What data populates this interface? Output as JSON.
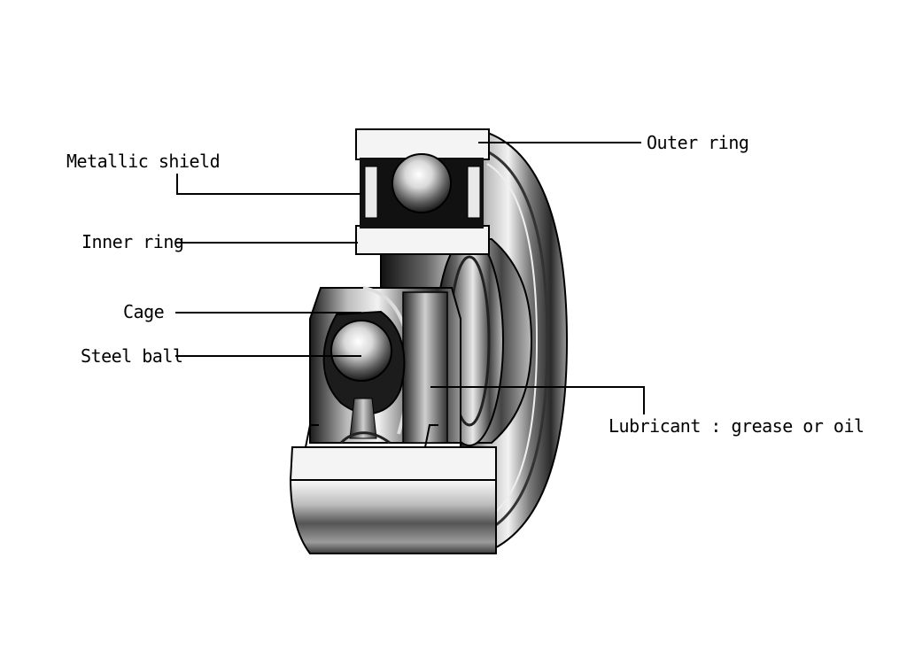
{
  "labels": {
    "metallic_shield": "Metallic shield",
    "inner_ring": "Inner ring",
    "cage": "Cage",
    "steel_ball": "Steel ball",
    "outer_ring": "Outer ring",
    "lubricant": "Lubricant : grease or oil"
  }
}
